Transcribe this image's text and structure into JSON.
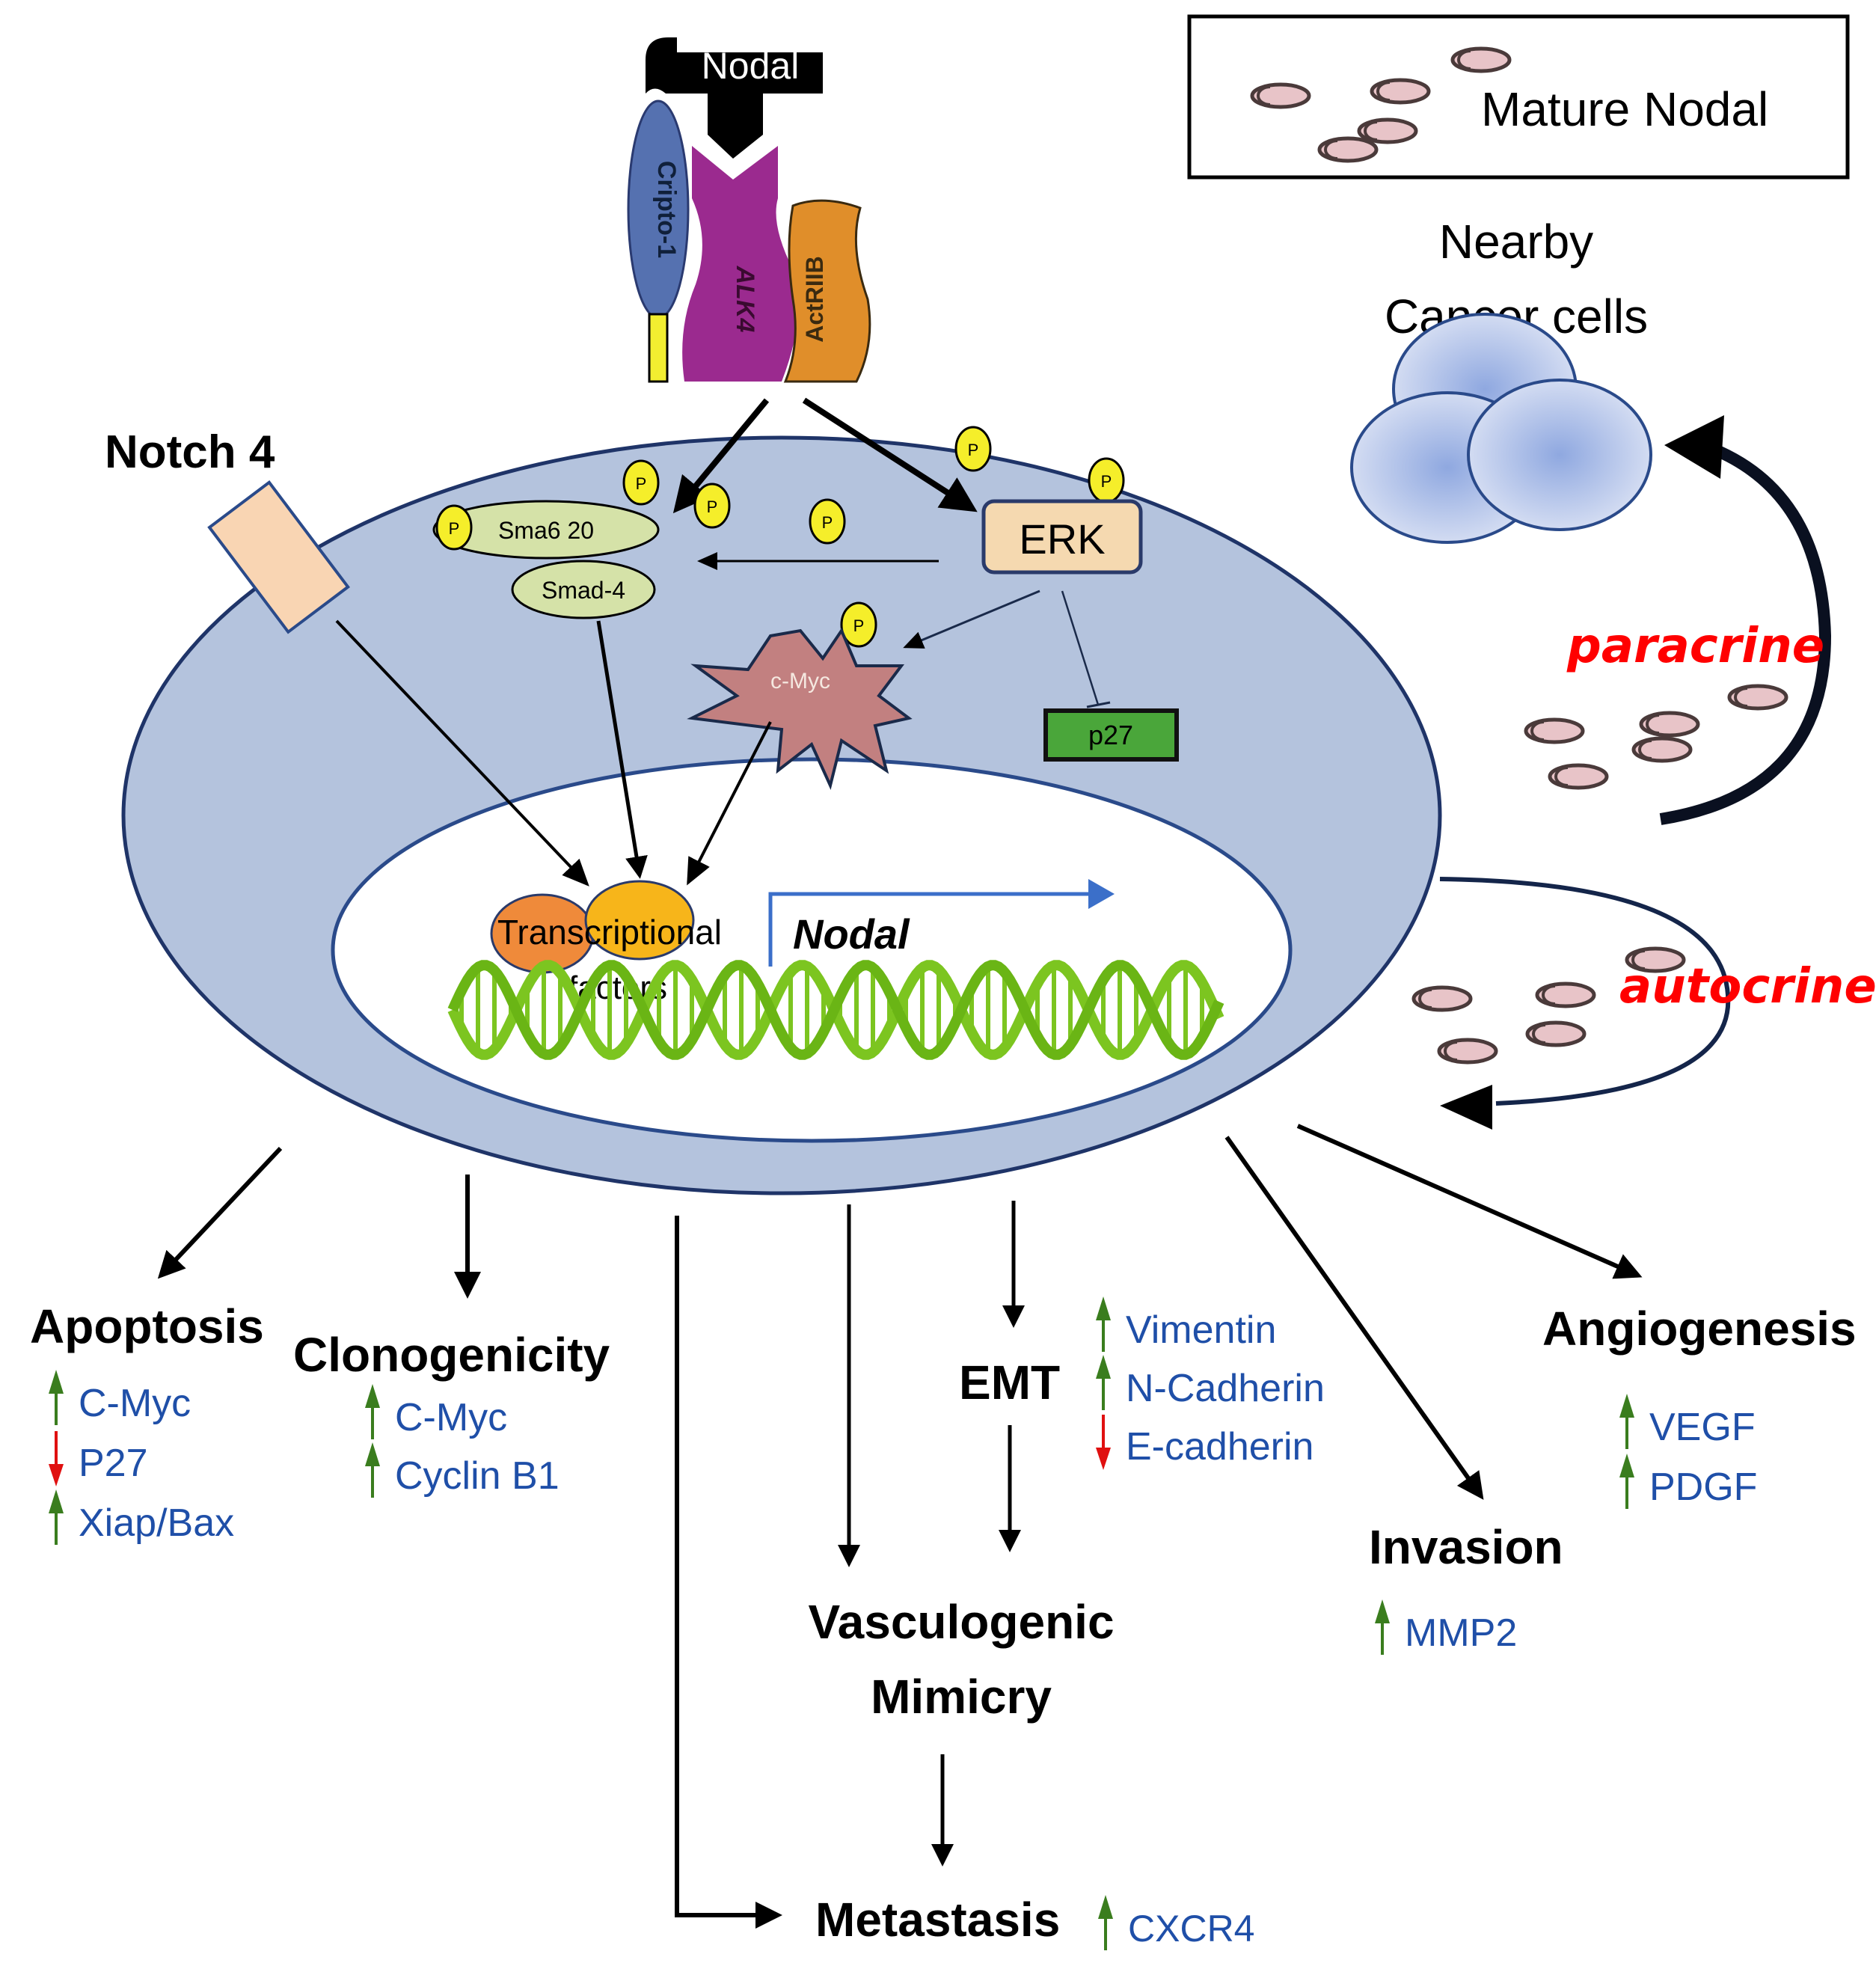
{
  "figure": {
    "title": "Nodal signaling pathway in cancer cells",
    "ligand": {
      "label": "Nodal",
      "color": "#000000"
    },
    "receptors": [
      {
        "id": "cripto",
        "label": "Cripto-1",
        "color": "#5571b0"
      },
      {
        "id": "alk4",
        "label": "ALK4",
        "color": "#9b2a8f"
      },
      {
        "id": "actriib",
        "label": "ActRIIB",
        "color": "#e08e2a"
      }
    ],
    "legend": {
      "label": "Mature Nodal"
    },
    "nearby": {
      "line1": "Nearby",
      "line2": "Cancer cells"
    },
    "loops": {
      "paracrine": "paracrine",
      "autocrine": "autocrine"
    },
    "notch": {
      "label": "Notch 4"
    },
    "cytoplasm": {
      "smad23": "Sma6 20",
      "smad4": "Smad-4",
      "erk": "ERK",
      "cmyc": "c-Myc",
      "p27": "p27",
      "phospho": "P"
    },
    "nucleus": {
      "tf_line1": "Transcriptional",
      "tf_line2": "factors",
      "gene": "Nodal"
    },
    "outcomes": {
      "apoptosis": {
        "label": "Apoptosis",
        "markers": [
          {
            "dir": "up",
            "name": "C-Myc"
          },
          {
            "dir": "down",
            "name": "P27"
          },
          {
            "dir": "up",
            "name": "Xiap/Bax"
          }
        ]
      },
      "clonogenicity": {
        "label": "Clonogenicity",
        "markers": [
          {
            "dir": "up",
            "name": "C-Myc"
          },
          {
            "dir": "up",
            "name": "Cyclin B1"
          }
        ]
      },
      "emt": {
        "label": "EMT",
        "markers": [
          {
            "dir": "up",
            "name": "Vimentin"
          },
          {
            "dir": "up",
            "name": "N-Cadherin"
          },
          {
            "dir": "down",
            "name": "E-cadherin"
          }
        ]
      },
      "angiogenesis": {
        "label": "Angiogenesis",
        "markers": [
          {
            "dir": "up",
            "name": "VEGF"
          },
          {
            "dir": "up",
            "name": "PDGF"
          }
        ]
      },
      "invasion": {
        "label": "Invasion",
        "markers": [
          {
            "dir": "up",
            "name": "MMP2"
          }
        ]
      },
      "vm": {
        "line1": "Vasculogenic",
        "line2": "Mimicry"
      },
      "metastasis": {
        "label": "Metastasis",
        "markers": [
          {
            "dir": "up",
            "name": "CXCR4"
          }
        ]
      }
    },
    "colors": {
      "cell": "#b4c3dd",
      "cell_border": "#1f3468",
      "up": "#3a7d1e",
      "down": "#e01010",
      "marker_text": "#1f4fa8",
      "loop_text": "#ff0000",
      "dna": "#7cc520",
      "phospho": "#f5ee2a",
      "smad": "#d5e2a8",
      "erk": "#f5d9b0",
      "p27": "#4aa63a",
      "cmyc": "#c28080"
    }
  }
}
